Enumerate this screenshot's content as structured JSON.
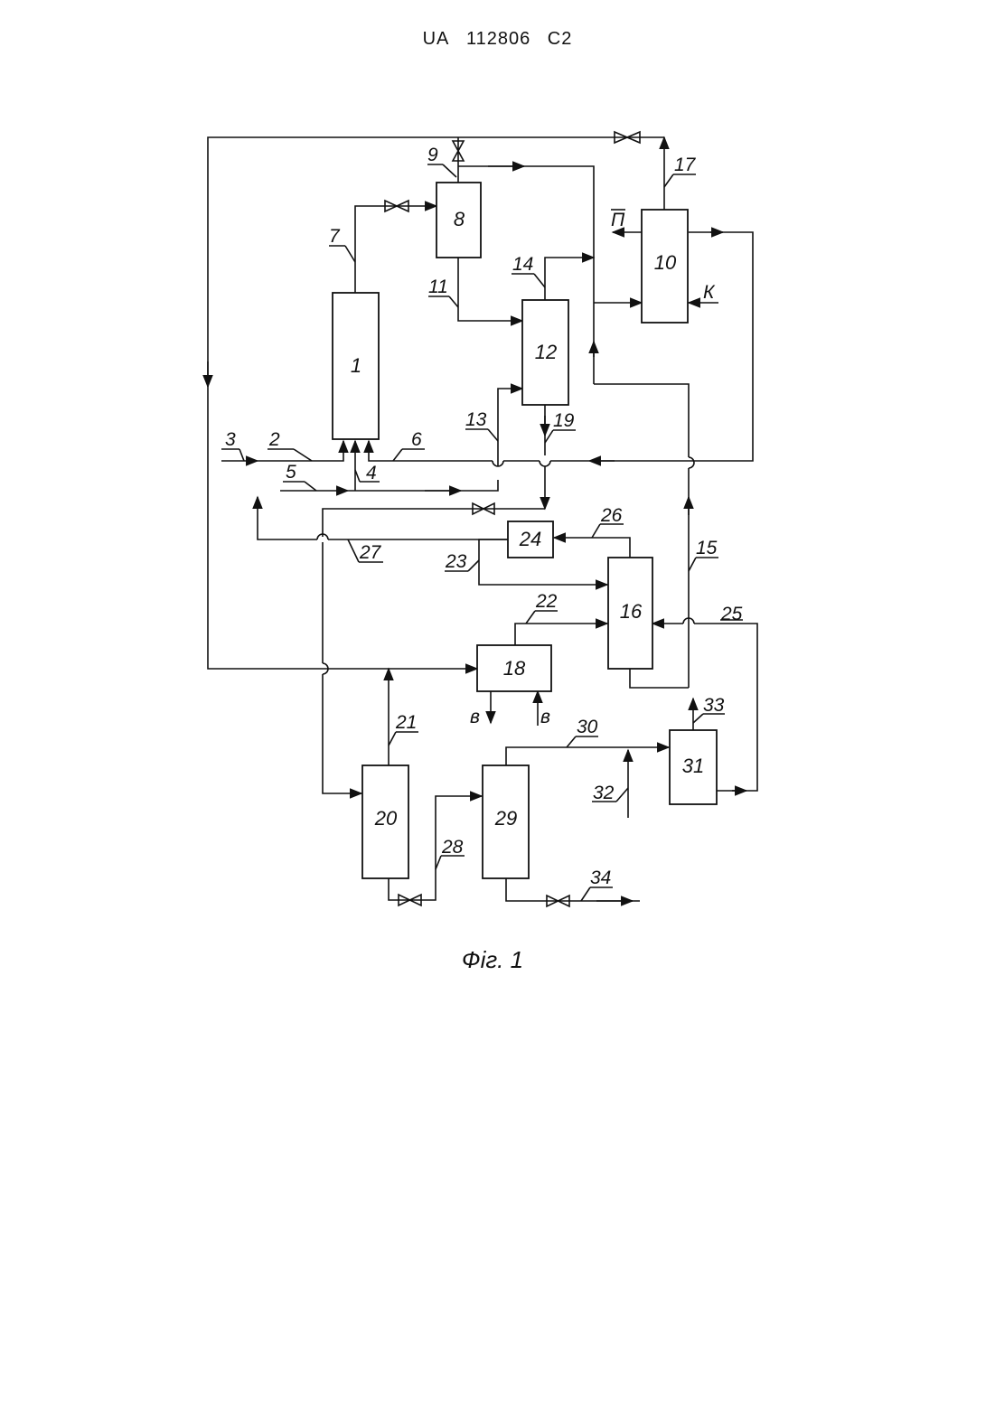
{
  "header": {
    "country": "UA",
    "number": "112806",
    "kind": "C2"
  },
  "caption": "Фіг. 1",
  "blocks": [
    "1",
    "8",
    "10",
    "12",
    "16",
    "18",
    "20",
    "24",
    "29",
    "31"
  ],
  "streams": [
    "2",
    "3",
    "4",
    "5",
    "6",
    "7",
    "9",
    "11",
    "13",
    "14",
    "15",
    "17",
    "19",
    "21",
    "22",
    "23",
    "25",
    "26",
    "27",
    "28",
    "30",
    "32",
    "33",
    "34"
  ],
  "letters": {
    "p": "П",
    "k": "К",
    "v_out": "в",
    "v_in": "в"
  }
}
